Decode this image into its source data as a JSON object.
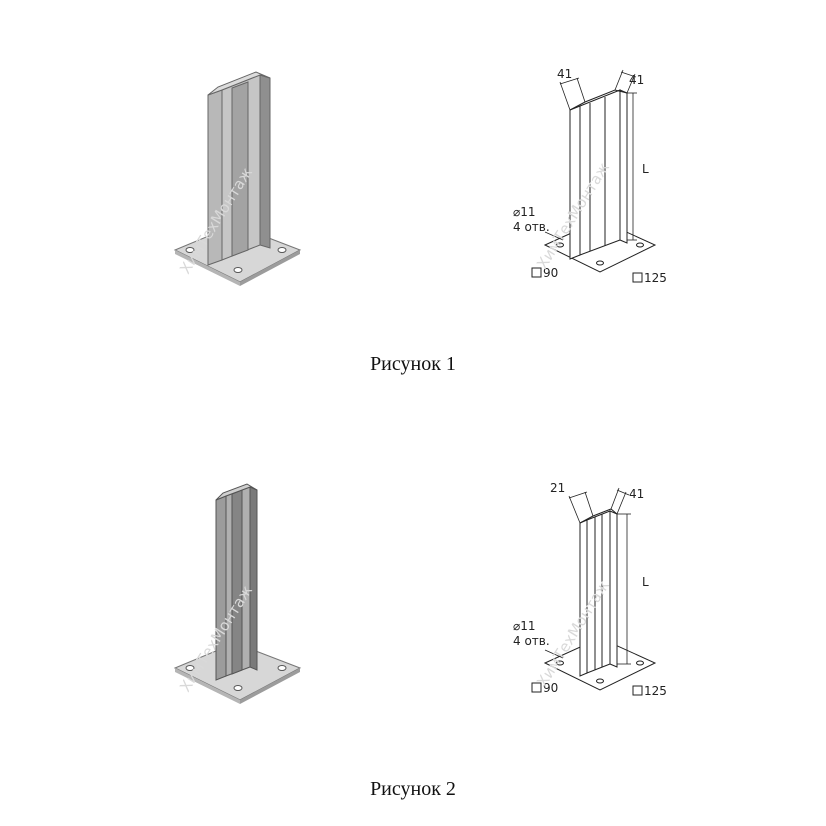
{
  "figures": [
    {
      "caption": "Рисунок 1",
      "watermark": "ХимТехМонтаж",
      "drawing": {
        "dim_top_left": "41",
        "dim_top_right": "41",
        "dim_height": "L",
        "hole_note_1": "⌀11",
        "hole_note_2": "4 отв.",
        "base_left": "90",
        "base_right": "125"
      }
    },
    {
      "caption": "Рисунок 2",
      "watermark": "ХимТехМонтаж",
      "drawing": {
        "dim_top_left": "21",
        "dim_top_right": "41",
        "dim_height": "L",
        "hole_note_1": "⌀11",
        "hole_note_2": "4 отв.",
        "base_left": "90",
        "base_right": "125"
      }
    }
  ],
  "colors": {
    "metal_light": "#c9c9c9",
    "metal_mid": "#a9a9a9",
    "metal_dark": "#8a8a8a",
    "line": "#222222"
  }
}
